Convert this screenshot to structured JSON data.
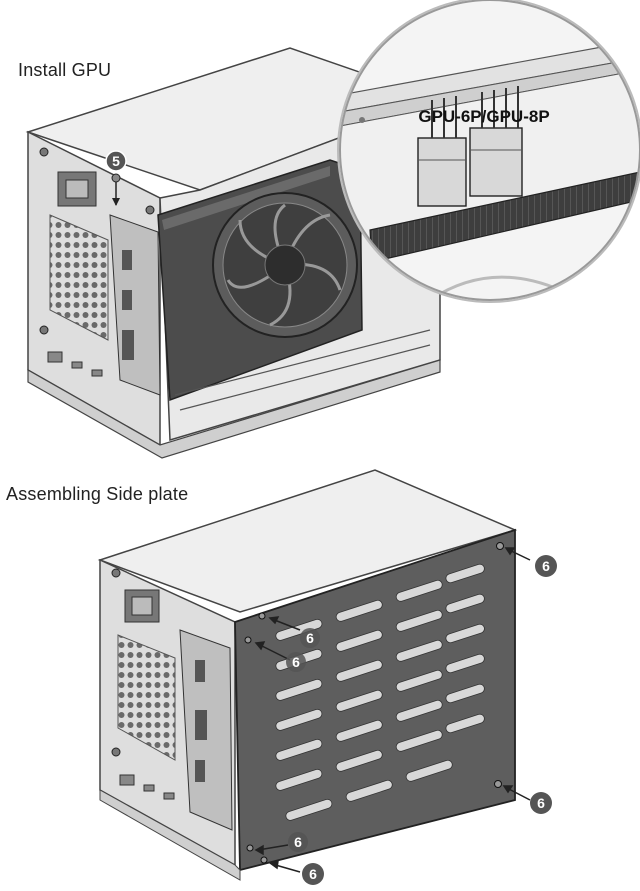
{
  "step1": {
    "title": "Install GPU",
    "callout": "5",
    "zoom_label": "GPU-6P/GPU-8P"
  },
  "step2": {
    "title": "Assembling Side plate",
    "callouts": [
      "6",
      "6",
      "6",
      "6",
      "6",
      "6"
    ]
  },
  "colors": {
    "line": "#3a3a3a",
    "case_light": "#e6e6e6",
    "case_mid": "#cfcfcf",
    "side_plate": "#5a5a5a",
    "gpu_body": "#4a4a4a",
    "callout_bg": "#555555"
  }
}
